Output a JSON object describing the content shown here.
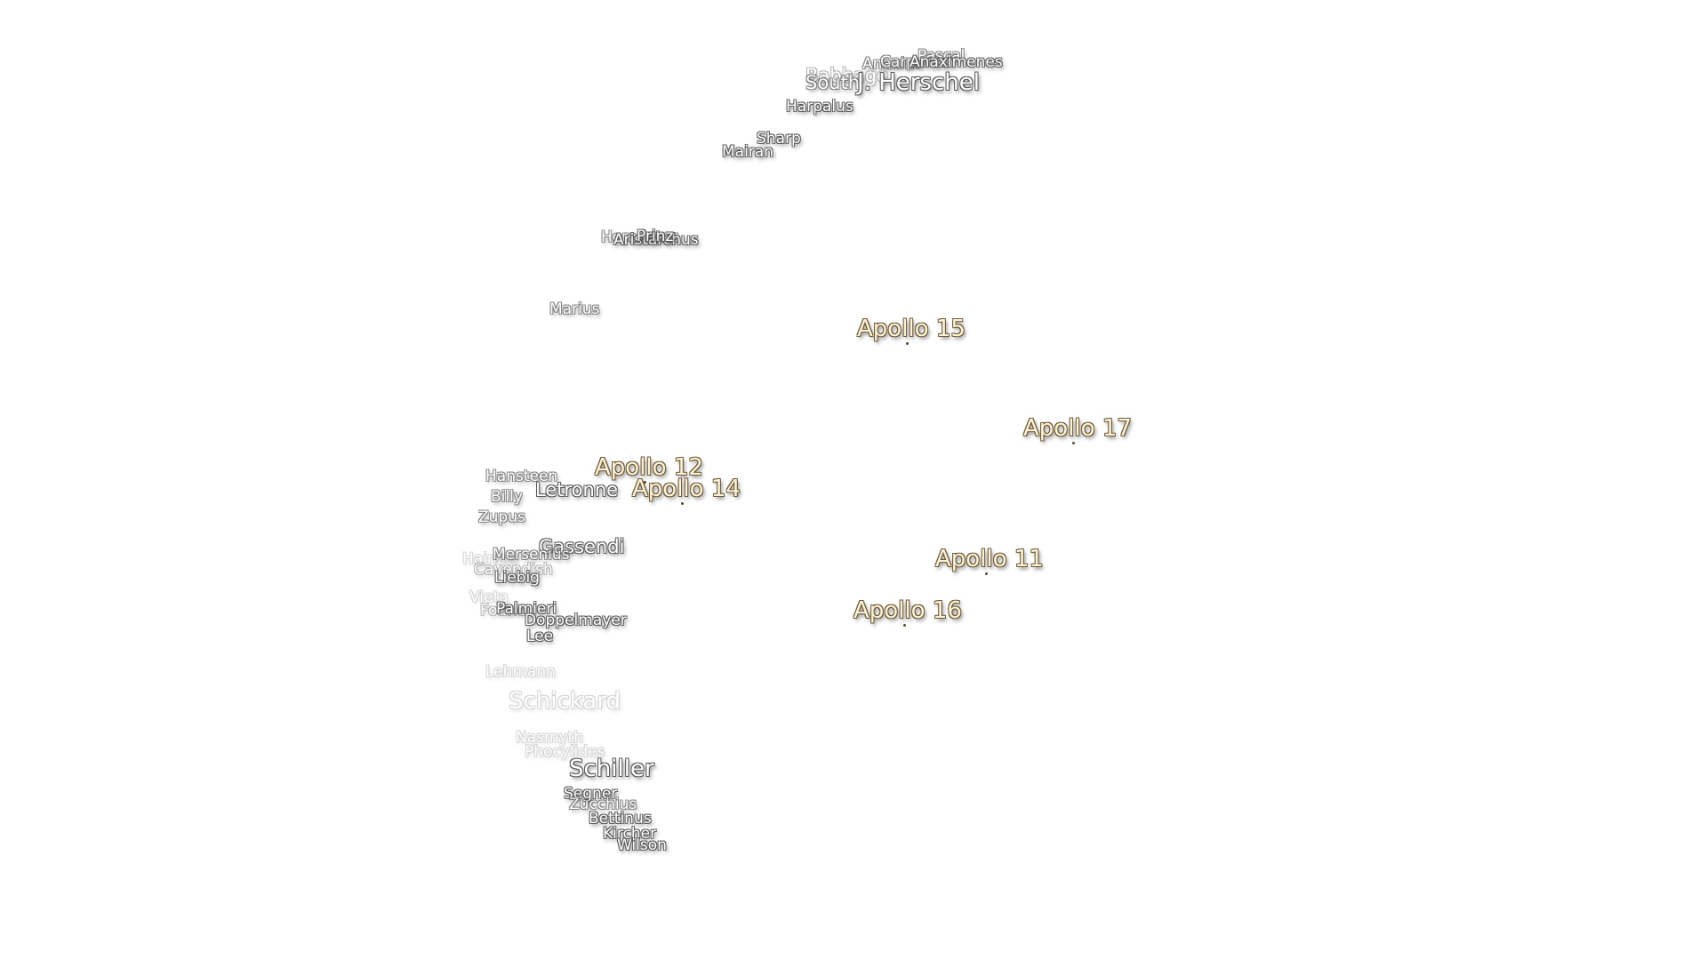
{
  "map": {
    "craters": {
      "south": "South",
      "anaximenes": "Anaximenes",
      "anax_ghost": "Anaxim",
      "carpenter": "Carpenter",
      "pascal": "Pascal",
      "j_herschel": "J. Herschel",
      "babbage": "Babbage",
      "harpalus": "Harpalus",
      "sharp": "Sharp",
      "mairan": "Mairan",
      "herodotus": "Herodotus",
      "prinz": "Prinz",
      "aristarchus": "Aristarchus",
      "marius": "Marius",
      "hansteen": "Hansteen",
      "billy": "Billy",
      "zupus": "Zupus",
      "letronne": "Letronne",
      "gassendi": "Gassendi",
      "mersenius": "Mersenius",
      "hainzel": "Hainzel",
      "cavendish": "Cavendish",
      "liebig": "Liebig",
      "vieta": "Vieta",
      "fourier": "Fourier",
      "palmieri": "Palmieri",
      "doppelmayer": "Doppelmayer",
      "lee": "Lee",
      "lehmann": "Lehmann",
      "schickard": "Schickard",
      "nasmyth": "Nasmyth",
      "phocylides": "Phocylides",
      "schiller": "Schiller",
      "segner": "Segner",
      "zucchius": "Zucchius",
      "bettinus": "Bettinus",
      "kircher": "Kircher",
      "wilson": "Wilson"
    },
    "landing_sites": {
      "apollo_11": "Apollo 11",
      "apollo_12": "Apollo 12",
      "apollo_14": "Apollo 14",
      "apollo_15": "Apollo 15",
      "apollo_16": "Apollo 16",
      "apollo_17": "Apollo 17"
    },
    "colors": {
      "background": "#ffffff",
      "label_fill": "#ffffff",
      "label_outline": "#5a5a5a",
      "landing_fill": "#fff3d6",
      "landing_outline": "#6b5a3a"
    }
  }
}
